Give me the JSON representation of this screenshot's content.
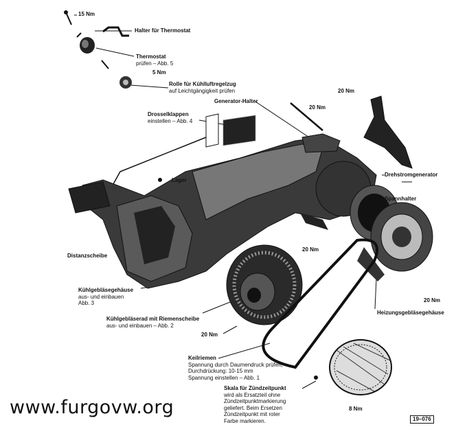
{
  "labels": {
    "torque_top": "15 Nm",
    "halter_thermostat": "Halter für Thermostat",
    "thermostat": "Thermostat",
    "thermostat_sub": "prüfen – Abb. 5",
    "torque_5": "5 Nm",
    "rolle": "Rolle für Kühlluftregelzug",
    "rolle_sub": "auf Leichtgängigkeit prüfen",
    "torque_20a": "20 Nm",
    "generator_halter": "Generator-Halter",
    "torque_20b": "20 Nm",
    "drossel": "Drosselklappen",
    "drossel_sub": "einstellen – Abb. 4",
    "lager": "Lager",
    "drehstrom": "Drehstromgenerator",
    "spannhalter": "Spannhalter",
    "distanzscheibe": "Distanzscheibe",
    "torque_20c": "20 Nm",
    "kuehlgeb_gehaeuse": "Kühlgebläsegehäuse",
    "kuehlgeb_gehaeuse_sub1": "aus- und einbauen",
    "kuehlgeb_gehaeuse_sub2": "Abb. 3",
    "torque_20d": "20 Nm",
    "heizung": "Heizungsgebläsegehäuse",
    "kuehlgeb_rad": "Kühlgebläserad mit Riemenscheibe",
    "kuehlgeb_rad_sub": "aus- und einbauen – Abb. 2",
    "torque_20e": "20 Nm",
    "keilriemen": "Keilriemen",
    "keilriemen_sub1": "Spannung durch Daumendruck prüfen,",
    "keilriemen_sub2": "Durchdrückung: 10-15 mm",
    "keilriemen_sub3": "Spannung einstellen – Abb. 1",
    "skala": "Skala für Zündzeitpunkt",
    "skala_sub1": "wird als Ersatzteil ohne",
    "skala_sub2": "Zündzeitpunktmarkierung",
    "skala_sub3": "geliefert. Beim Ersetzen",
    "skala_sub4": "Zündzeitpunkt mit roter",
    "skala_sub5": "Farbe markieren.",
    "torque_8": "8 Nm"
  },
  "watermark": "www.furgovw.org",
  "figure_number": "19–076"
}
